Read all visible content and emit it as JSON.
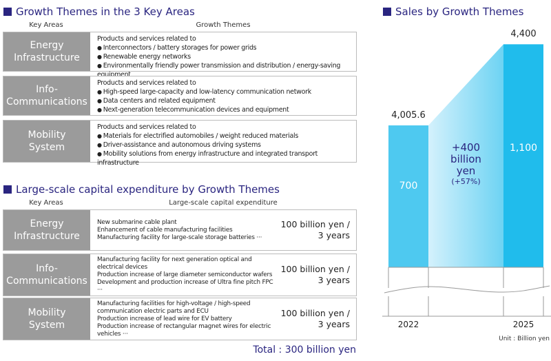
{
  "growth_themes": {
    "title": "Growth Themes in the 3 Key Areas",
    "col_key": "Key Areas",
    "col_themes": "Growth Themes",
    "rows": [
      {
        "key": "Energy\nInfrastructure",
        "intro": "Products and services related to",
        "items": [
          "Interconnectors / battery storages for power grids",
          "Renewable energy networks",
          "Environmentally friendly power transmission and distribution / energy-saving equipment"
        ]
      },
      {
        "key": "Info-\nCommunications",
        "intro": "Products and services related to",
        "items": [
          "High-speed large-capacity and low-latency communication network",
          "Data centers and related equipment",
          "Next-generation telecommunication devices and equipment"
        ]
      },
      {
        "key": "Mobility\nSystem",
        "intro": "Products and services related to",
        "items": [
          "Materials for electrified automobiles / weight reduced materials",
          "Driver-assistance and autonomous driving systems",
          "Mobility solutions from energy infrastructure and integrated transport infrastructure"
        ]
      }
    ]
  },
  "capex": {
    "title": "Large-scale capital expenditure by Growth Themes",
    "col_key": "Key Areas",
    "col_capex": "Large-scale capital expenditure",
    "rows": [
      {
        "key": "Energy\nInfrastructure",
        "lines": [
          "New submarine cable plant",
          "Enhancement of cable manufacturing facilities",
          "Manufacturing facility for large-scale storage batteries ···"
        ],
        "amount1": "100 billion yen /",
        "amount2": "3 years"
      },
      {
        "key": "Info-\nCommunications",
        "lines": [
          "Manufacturing facility for next generation optical and electrical devices",
          "Production increase of large diameter semiconductor wafers",
          "Development and production increase of Ultra fine pitch FPC ···"
        ],
        "amount1": "100 billion yen /",
        "amount2": "3 years"
      },
      {
        "key": "Mobility\nSystem",
        "lines": [
          "Manufacturing facilities for high-voltage / high-speed communication electric parts and ECU",
          "Production increase of lead wire for EV battery",
          "Production increase of rectangular magnet wires for electric vehicles ···"
        ],
        "amount1": "100 billion yen /",
        "amount2": "3 years"
      }
    ],
    "total": "Total : 300 billion yen"
  },
  "chart_data": {
    "type": "bar",
    "title": "Sales by Growth Themes",
    "categories": [
      "2022",
      "2025"
    ],
    "totals": [
      "4,005.6",
      "4,400"
    ],
    "values": [
      700,
      1100
    ],
    "value_labels": [
      "700",
      "1,100"
    ],
    "axis_break": true,
    "increase": {
      "line1": "+400",
      "line2": "billion",
      "line3": "yen",
      "pct": "(+57%)"
    },
    "unit": "Unit : Billion yen",
    "colors": {
      "bar2022": "#4ec9f0",
      "bar2025": "#20bcec",
      "title": "#2a2580"
    }
  }
}
